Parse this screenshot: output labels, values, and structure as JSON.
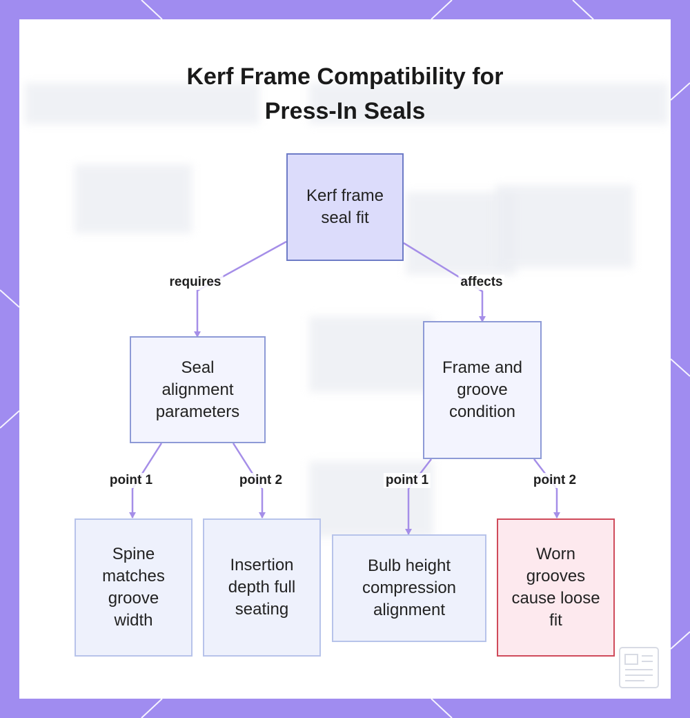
{
  "title": {
    "line1": "Kerf Frame Compatibility for",
    "line2": "Press-In Seals"
  },
  "nodes": {
    "root": "Kerf frame seal fit",
    "left": "Seal alignment parameters",
    "right": "Frame and groove condition",
    "leaf1": "Spine matches groove width",
    "leaf2": "Insertion depth full seating",
    "leaf3": "Bulb height compression alignment",
    "leaf4": "Worn grooves cause loose fit"
  },
  "edges": {
    "root_left": "requires",
    "root_right": "affects",
    "left_leaf1": "point 1",
    "left_leaf2": "point 2",
    "right_leaf3": "point 1",
    "right_leaf4": "point 2"
  },
  "colors": {
    "frame": "#a08cf0",
    "connector": "#a58ee8",
    "root_fill": "#dcdcfb",
    "alert_border": "#cf4a5a"
  },
  "icons": [
    "document-icon"
  ]
}
